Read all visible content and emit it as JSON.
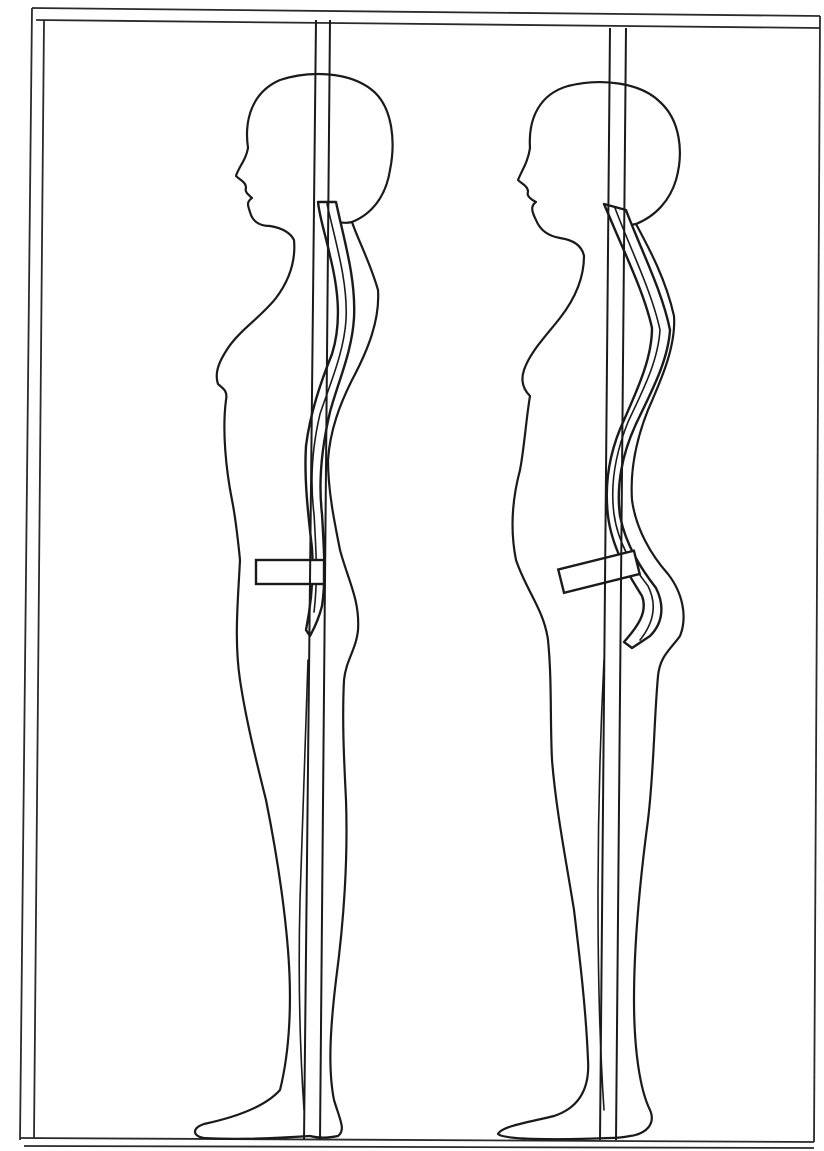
{
  "figure": {
    "figures": [
      {
        "id": "left",
        "posture": "upright"
      },
      {
        "id": "right",
        "posture": "swayback"
      }
    ],
    "ink_color": "#1a1a1a",
    "paper_color": "#ffffff"
  }
}
